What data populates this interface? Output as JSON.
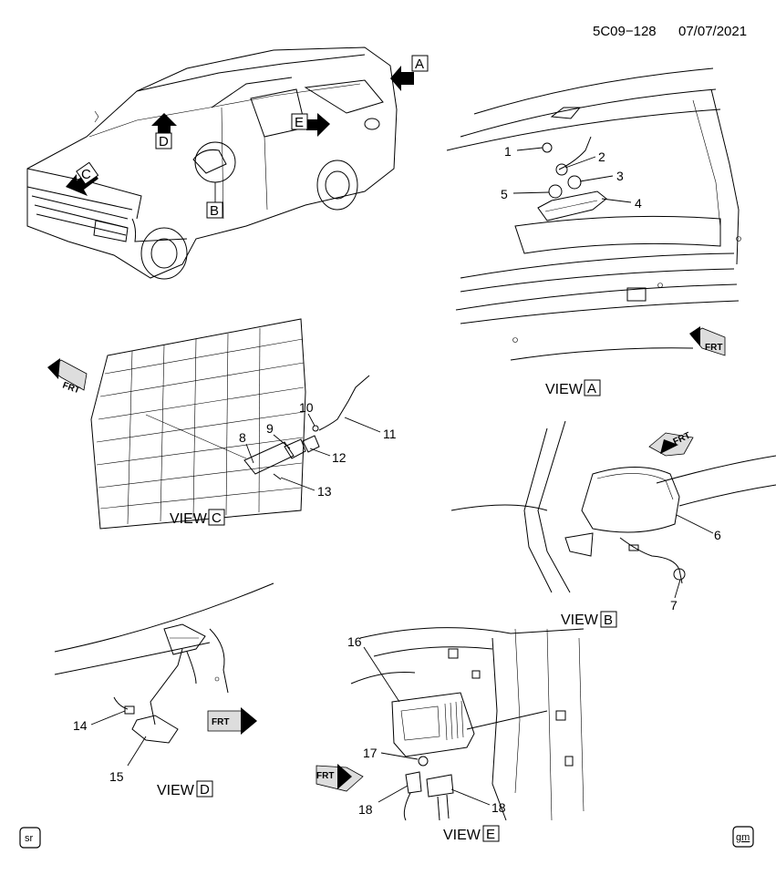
{
  "header": {
    "doc_id": "5C09−128",
    "date": "07/07/2021"
  },
  "vehicle_markers": [
    "A",
    "B",
    "C",
    "D",
    "E"
  ],
  "views": [
    {
      "id": "A",
      "label": "VIEW",
      "callouts": [
        "1",
        "2",
        "3",
        "4",
        "5"
      ]
    },
    {
      "id": "B",
      "label": "VIEW",
      "callouts": [
        "6",
        "7"
      ]
    },
    {
      "id": "C",
      "label": "VIEW",
      "callouts": [
        "8",
        "9",
        "10",
        "11",
        "12",
        "13"
      ]
    },
    {
      "id": "D",
      "label": "VIEW",
      "callouts": [
        "14",
        "15"
      ]
    },
    {
      "id": "E",
      "label": "VIEW",
      "callouts": [
        "16",
        "17",
        "18",
        "18"
      ]
    }
  ],
  "frt_label": "FRT",
  "footer": {
    "left_logo": "sr",
    "right_logo": "gm"
  }
}
